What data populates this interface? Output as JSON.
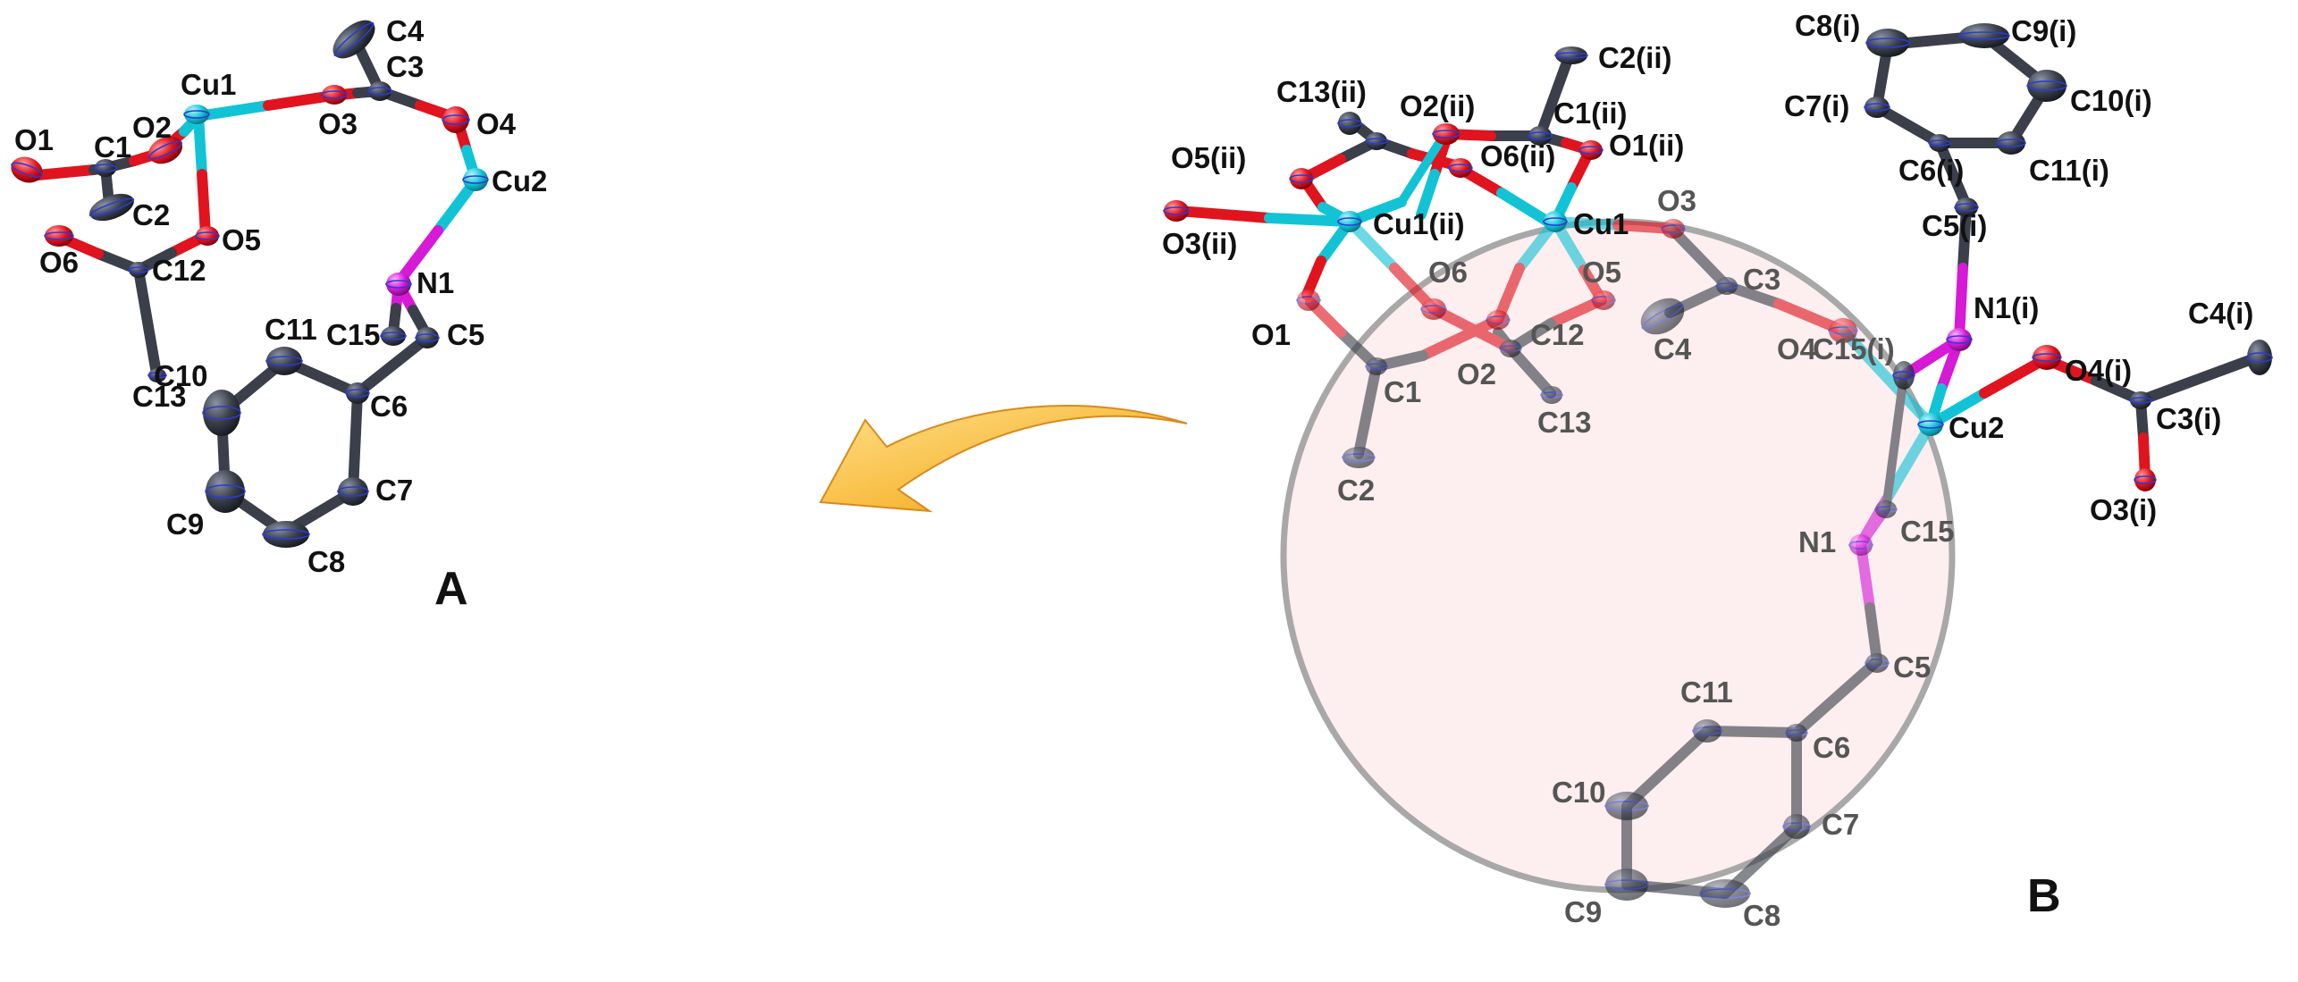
{
  "colors": {
    "C": "#3a3f4a",
    "O": "#e0141e",
    "Cu": "#12c3d6",
    "N": "#d61ad6",
    "highlight_fill": "#fce8ea",
    "highlight_stroke": "#a8a8a8",
    "arrow": "#f7b93a"
  },
  "panels": {
    "A": {
      "label": "A"
    },
    "B": {
      "label": "B"
    }
  },
  "atoms_A": [
    {
      "id": "O1",
      "el": "O",
      "label": "O1"
    },
    {
      "id": "C1",
      "el": "C",
      "label": "C1"
    },
    {
      "id": "O2",
      "el": "O",
      "label": "O2"
    },
    {
      "id": "C2",
      "el": "C",
      "label": "C2"
    },
    {
      "id": "Cu1",
      "el": "Cu",
      "label": "Cu1"
    },
    {
      "id": "O3",
      "el": "O",
      "label": "O3"
    },
    {
      "id": "C3",
      "el": "C",
      "label": "C3"
    },
    {
      "id": "C4",
      "el": "C",
      "label": "C4"
    },
    {
      "id": "O4",
      "el": "O",
      "label": "O4"
    },
    {
      "id": "Cu2",
      "el": "Cu",
      "label": "Cu2"
    },
    {
      "id": "O5",
      "el": "O",
      "label": "O5"
    },
    {
      "id": "O6",
      "el": "O",
      "label": "O6"
    },
    {
      "id": "C12",
      "el": "C",
      "label": "C12"
    },
    {
      "id": "C13",
      "el": "C",
      "label": "C13"
    },
    {
      "id": "N1",
      "el": "N",
      "label": "N1"
    },
    {
      "id": "C15",
      "el": "C",
      "label": "C15"
    },
    {
      "id": "C5",
      "el": "C",
      "label": "C5"
    },
    {
      "id": "C6",
      "el": "C",
      "label": "C6"
    },
    {
      "id": "C11",
      "el": "C",
      "label": "C11"
    },
    {
      "id": "C10",
      "el": "C",
      "label": "C10"
    },
    {
      "id": "C9",
      "el": "C",
      "label": "C9"
    },
    {
      "id": "C8",
      "el": "C",
      "label": "C8"
    },
    {
      "id": "C7",
      "el": "C",
      "label": "C7"
    }
  ],
  "atoms_B": [
    {
      "id": "C2ii",
      "el": "C",
      "label": "C2(ii)"
    },
    {
      "id": "C13ii",
      "el": "C",
      "label": "C13(ii)"
    },
    {
      "id": "O2ii",
      "el": "O",
      "label": "O2(ii)"
    },
    {
      "id": "C1ii",
      "el": "C",
      "label": "C1(ii)"
    },
    {
      "id": "O1ii",
      "el": "O",
      "label": "O1(ii)"
    },
    {
      "id": "O6ii",
      "el": "O",
      "label": "O6(ii)"
    },
    {
      "id": "O5ii",
      "el": "O",
      "label": "O5(ii)"
    },
    {
      "id": "Cu1ii",
      "el": "Cu",
      "label": "Cu1(ii)"
    },
    {
      "id": "O3ii",
      "el": "O",
      "label": "O3(ii)"
    },
    {
      "id": "Cu1",
      "el": "Cu",
      "label": "Cu1"
    },
    {
      "id": "O3",
      "el": "O",
      "label": "O3"
    },
    {
      "id": "C3",
      "el": "C",
      "label": "C3"
    },
    {
      "id": "C4",
      "el": "C",
      "label": "C4"
    },
    {
      "id": "O4",
      "el": "O",
      "label": "O4"
    },
    {
      "id": "O6",
      "el": "O",
      "label": "O6"
    },
    {
      "id": "O5",
      "el": "O",
      "label": "O5"
    },
    {
      "id": "C12",
      "el": "C",
      "label": "C12"
    },
    {
      "id": "C13",
      "el": "C",
      "label": "C13"
    },
    {
      "id": "O1",
      "el": "O",
      "label": "O1"
    },
    {
      "id": "O2",
      "el": "O",
      "label": "O2"
    },
    {
      "id": "C1",
      "el": "C",
      "label": "C1"
    },
    {
      "id": "C2",
      "el": "C",
      "label": "C2"
    },
    {
      "id": "Cu2",
      "el": "Cu",
      "label": "Cu2"
    },
    {
      "id": "N1",
      "el": "N",
      "label": "N1"
    },
    {
      "id": "C15",
      "el": "C",
      "label": "C15"
    },
    {
      "id": "C5",
      "el": "C",
      "label": "C5"
    },
    {
      "id": "C6",
      "el": "C",
      "label": "C6"
    },
    {
      "id": "C11",
      "el": "C",
      "label": "C11"
    },
    {
      "id": "C10",
      "el": "C",
      "label": "C10"
    },
    {
      "id": "C9",
      "el": "C",
      "label": "C9"
    },
    {
      "id": "C8",
      "el": "C",
      "label": "C8"
    },
    {
      "id": "C7",
      "el": "C",
      "label": "C7"
    },
    {
      "id": "C8i",
      "el": "C",
      "label": "C8(i)"
    },
    {
      "id": "C9i",
      "el": "C",
      "label": "C9(i)"
    },
    {
      "id": "C7i",
      "el": "C",
      "label": "C7(i)"
    },
    {
      "id": "C6i",
      "el": "C",
      "label": "C6(i)"
    },
    {
      "id": "C10i",
      "el": "C",
      "label": "C10(i)"
    },
    {
      "id": "C11i",
      "el": "C",
      "label": "C11(i)"
    },
    {
      "id": "C5i",
      "el": "C",
      "label": "C5(i)"
    },
    {
      "id": "N1i",
      "el": "N",
      "label": "N1(i)"
    },
    {
      "id": "C15i",
      "el": "C",
      "label": "C15(i)"
    },
    {
      "id": "O4i",
      "el": "O",
      "label": "O4(i)"
    },
    {
      "id": "C4i",
      "el": "C",
      "label": "C4(i)"
    },
    {
      "id": "C3i",
      "el": "C",
      "label": "C3(i)"
    },
    {
      "id": "O3i",
      "el": "O",
      "label": "O3(i)"
    }
  ]
}
